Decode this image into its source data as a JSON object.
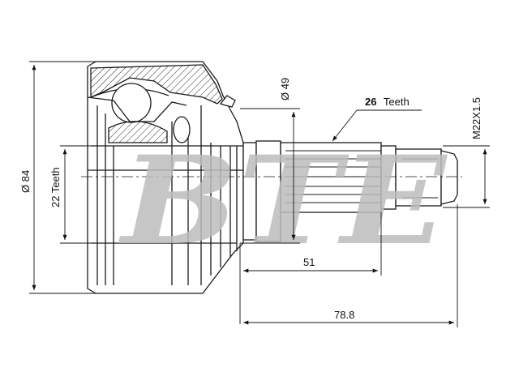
{
  "watermark": "BTE",
  "dimensions": {
    "outer_diameter": "Ø 84",
    "inner_teeth": "22 Teeth",
    "bell_diameter": "Ø 49",
    "spline_teeth_count": "26",
    "spline_teeth_word": "Teeth",
    "thread": "M22X1.5",
    "shaft_length": "51",
    "total_length": "78.8"
  },
  "colors": {
    "line": "#1a1a1a",
    "watermark": "#bdbdbd"
  }
}
